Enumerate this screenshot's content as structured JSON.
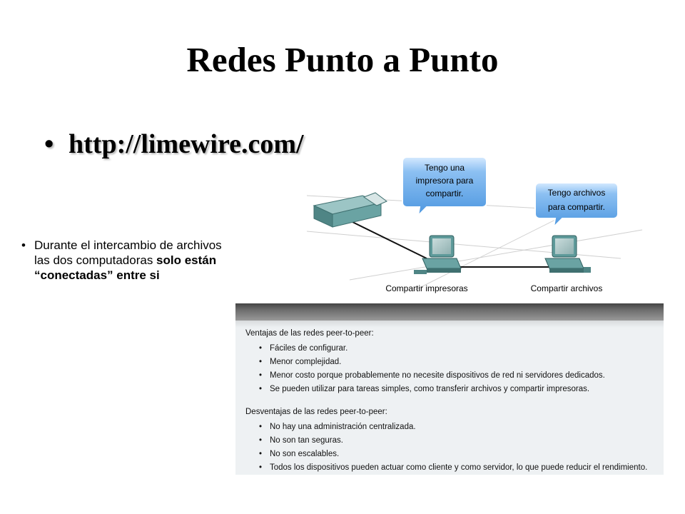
{
  "title": "Redes Punto a Punto",
  "url_bullet": "http://limewire.com/",
  "side_note": {
    "line1": "Durante el intercambio de archivos",
    "line2_normal": "las dos computadoras ",
    "line2_bold": "solo están",
    "line3_bold": "“conectadas”  entre si"
  },
  "diagram": {
    "bubble_printer_line1": "Tengo una",
    "bubble_printer_line2": "impresora para",
    "bubble_printer_line3": "compartir.",
    "bubble_files_line1": "Tengo archivos",
    "bubble_files_line2": "para compartir.",
    "label_printers": "Compartir impresoras",
    "label_files": "Compartir archivos",
    "bubble_color": "#5aa3e6",
    "device_color": "#5e9a9a"
  },
  "panel": {
    "advantages_title": "Ventajas de las redes peer-to-peer:",
    "advantages": [
      "Fáciles de configurar.",
      "Menor complejidad.",
      "Menor costo porque probablemente no necesite dispositivos de red ni servidores dedicados.",
      "Se pueden utilizar para tareas simples, como transferir archivos y compartir impresoras."
    ],
    "disadvantages_title": "Desventajas de las redes peer-to-peer:",
    "disadvantages": [
      "No hay una administración centralizada.",
      "No son tan seguras.",
      "No son escalables.",
      "Todos los dispositivos pueden actuar como cliente y como servidor, lo que puede reducir el rendimiento."
    ]
  }
}
